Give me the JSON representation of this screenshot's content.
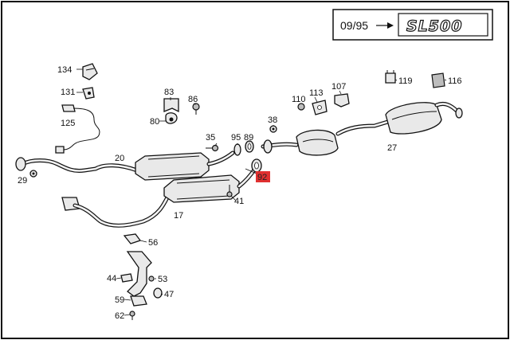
{
  "header": {
    "date_code": "09/95",
    "model_badge": "SL500"
  },
  "highlight_color": "#e03030",
  "labels": {
    "p134": "134",
    "p131": "131",
    "p125": "125",
    "p83": "83",
    "p86": "86",
    "p80": "80",
    "p35": "35",
    "p95": "95",
    "p89": "89",
    "p38": "38",
    "p110": "110",
    "p113": "113",
    "p107": "107",
    "p119": "119",
    "p116": "116",
    "p20": "20",
    "p29": "29",
    "p92": "92",
    "p41": "41",
    "p27": "27",
    "p17": "17",
    "p56": "56",
    "p44": "44",
    "p53": "53",
    "p59": "59",
    "p47": "47",
    "p62": "62"
  }
}
